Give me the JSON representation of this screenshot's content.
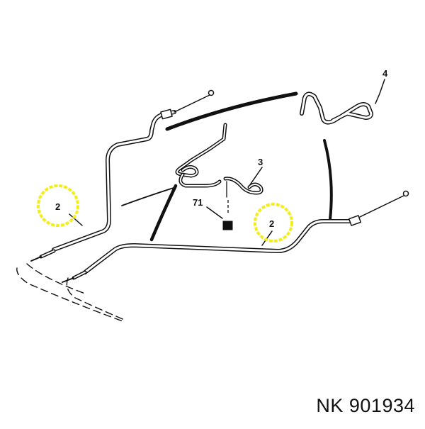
{
  "diagram": {
    "callouts": {
      "cable_left": "2",
      "cable_right": "2",
      "spring": "3",
      "bracket": "4",
      "clip": "71"
    },
    "highlight_color": "#f2ee1b",
    "line_color": "#111111"
  },
  "caption": {
    "brand": "NK",
    "part_number": "901934"
  }
}
